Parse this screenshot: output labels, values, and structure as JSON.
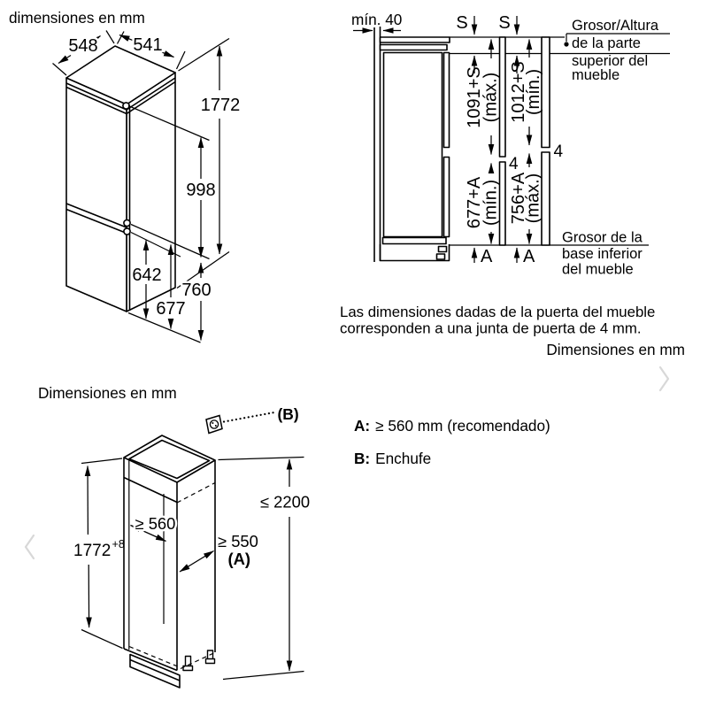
{
  "colors": {
    "ink": "#000000",
    "background": "#ffffff",
    "nav_arrow": "#d8d8d8"
  },
  "iso_panel": {
    "title": "dimensiones en mm",
    "depth_top": "548",
    "width_top": "541",
    "total_height": "1772",
    "upper_door_height": "998",
    "lower_door_height": "642",
    "depth_body": "677",
    "depth_overall": "760"
  },
  "section_panel": {
    "wall_gap": "mín. 40",
    "s_left": "S",
    "s_right": "S",
    "upper_door_max": "1091+S",
    "upper_door_max_qual": "(máx.)",
    "upper_door_min": "1012+S",
    "upper_door_min_qual": "(mín.)",
    "lower_door_min": "677+A",
    "lower_door_min_qual": "(mín.)",
    "lower_door_max": "756+A",
    "lower_door_max_qual": "(máx.)",
    "door_joint_left": "4",
    "door_joint_right": "4",
    "a_left": "A",
    "a_right": "A",
    "top_note_lines": [
      "Grosor/Altura",
      "de la parte",
      "superior del",
      "mueble"
    ],
    "bottom_note_lines": [
      "Grosor de la",
      "base inferior",
      "del mueble"
    ],
    "caption_lines": [
      "Las dimensiones dadas de la puerta del mueble",
      "corresponden a una junta de puerta de 4 mm."
    ],
    "units_note": "Dimensiones en mm"
  },
  "niche_panel": {
    "title": "Dimensiones en mm",
    "socket_ref": "(B)",
    "max_total_height": "≤ 2200",
    "niche_height": "1772",
    "niche_height_tolerance": "+8",
    "niche_depth": "≥ 560",
    "rear_clearance": "≥ 550",
    "rear_clearance_ref": "(A)",
    "legend": [
      {
        "key": "A:",
        "text": "≥ 560 mm (recomendado)"
      },
      {
        "key": "B:",
        "text": "Enchufe"
      }
    ]
  }
}
